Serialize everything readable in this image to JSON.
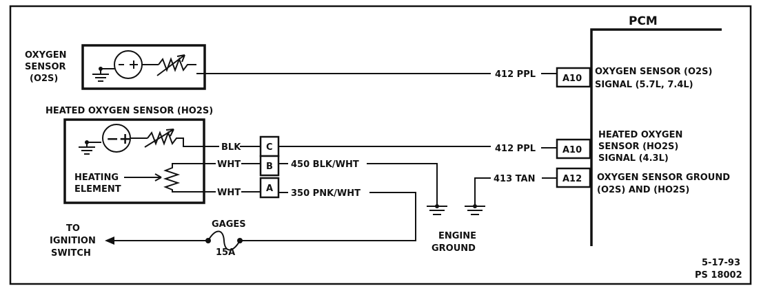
{
  "pcm": {
    "title": "PCM",
    "pins": [
      {
        "id": "A10",
        "desc": [
          "OXYGEN SENSOR (O2S)",
          "SIGNAL (5.7L, 7.4L)"
        ]
      },
      {
        "id": "A10",
        "desc": [
          "HEATED OXYGEN",
          "SENSOR (HO2S)",
          "SIGNAL (4.3L)"
        ]
      },
      {
        "id": "A12",
        "desc": [
          "OXYGEN SENSOR GROUND",
          "(O2S) AND (HO2S)"
        ]
      }
    ]
  },
  "o2s": {
    "label": [
      "OXYGEN",
      "SENSOR",
      "(O2S)"
    ]
  },
  "ho2s": {
    "label": "HEATED OXYGEN SENSOR (HO2S)",
    "heater": [
      "HEATING",
      "ELEMENT"
    ],
    "sensor_symbol": "−+"
  },
  "connector": {
    "cavities": [
      "C",
      "B",
      "A"
    ],
    "left_wires": [
      "BLK",
      "WHT",
      "WHT"
    ]
  },
  "circuits": {
    "o2s_signal": "412 PPL",
    "ho2s_signal": "412 PPL",
    "ground": "413 TAN",
    "heater_ground": "450 BLK/WHT",
    "heater_feed": "350 PNK/WHT"
  },
  "ground_label": [
    "ENGINE",
    "GROUND"
  ],
  "fuse": {
    "name": "GAGES",
    "rating": "15A"
  },
  "ignition": [
    "TO",
    "IGNITION",
    "SWITCH"
  ],
  "footer": {
    "date": "5-17-93",
    "code": "PS 18002"
  }
}
